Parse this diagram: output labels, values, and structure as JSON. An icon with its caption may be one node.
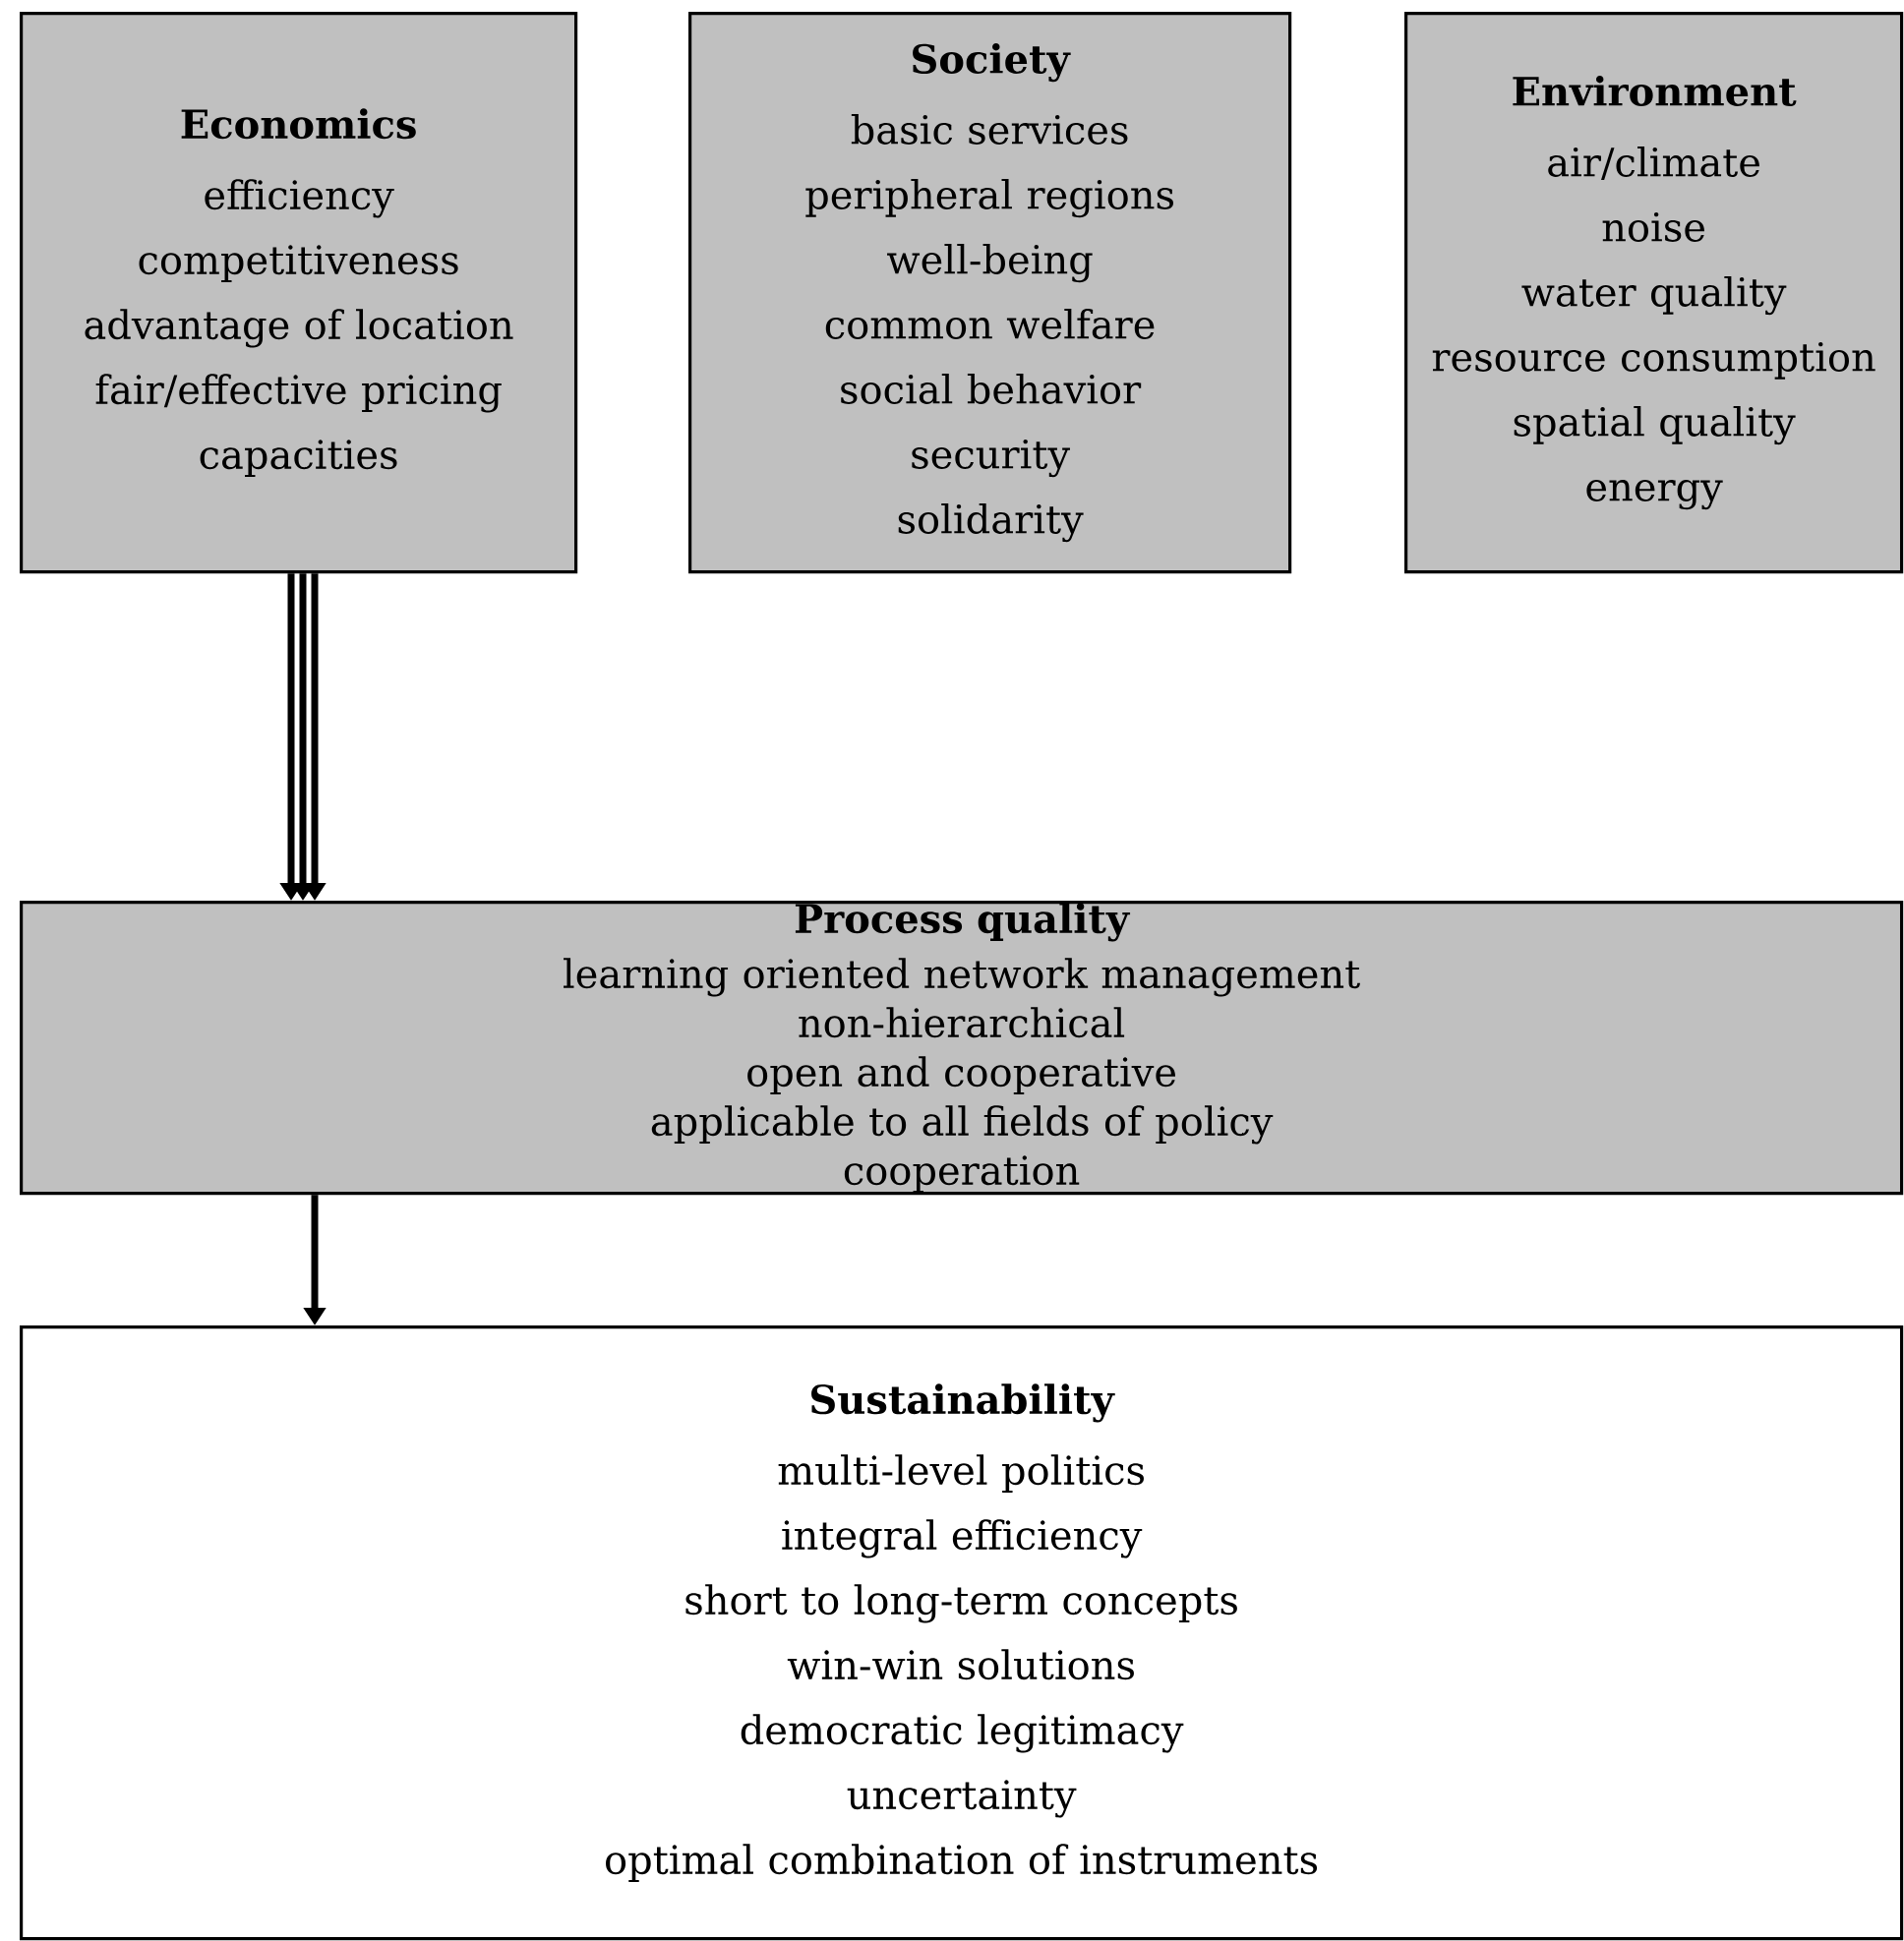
{
  "diagram": {
    "nodes": [
      {
        "text": [
          "Economics",
          "efficiency",
          "competitiveness",
          "advantage of location",
          "fair/effective pricing",
          "capacities"
        ]
      },
      {
        "text": [
          "Society",
          "basic services",
          "peripheral regions",
          "well-being",
          "common welfare",
          "social behavior",
          "security",
          "solidarity"
        ]
      },
      {
        "text": [
          "Environment",
          "air/climate",
          "noise",
          "water quality",
          "resource consumption",
          "spatial quality",
          "energy"
        ]
      },
      {
        "text": [
          "Process quality",
          "learning oriented network management",
          "non-hierarchical",
          "open and cooperative",
          "applicable to all fields of policy",
          "cooperation"
        ]
      },
      {
        "text": [
          "Sustainability",
          "multi-level politics",
          "integral efficiency",
          "short to long-term concepts",
          "win-win solutions",
          "democratic legitimacy",
          "uncertainty",
          "optimal combination of instruments"
        ]
      }
    ],
    "edges": [
      {
        "from": 0,
        "to": 3,
        "arrow": "to"
      },
      {
        "from": 0,
        "to": 3,
        "arrow": "to"
      },
      {
        "from": 0,
        "to": 3,
        "arrow": "to"
      },
      {
        "from": 3,
        "to": 4,
        "arrow": "to"
      }
    ]
  }
}
